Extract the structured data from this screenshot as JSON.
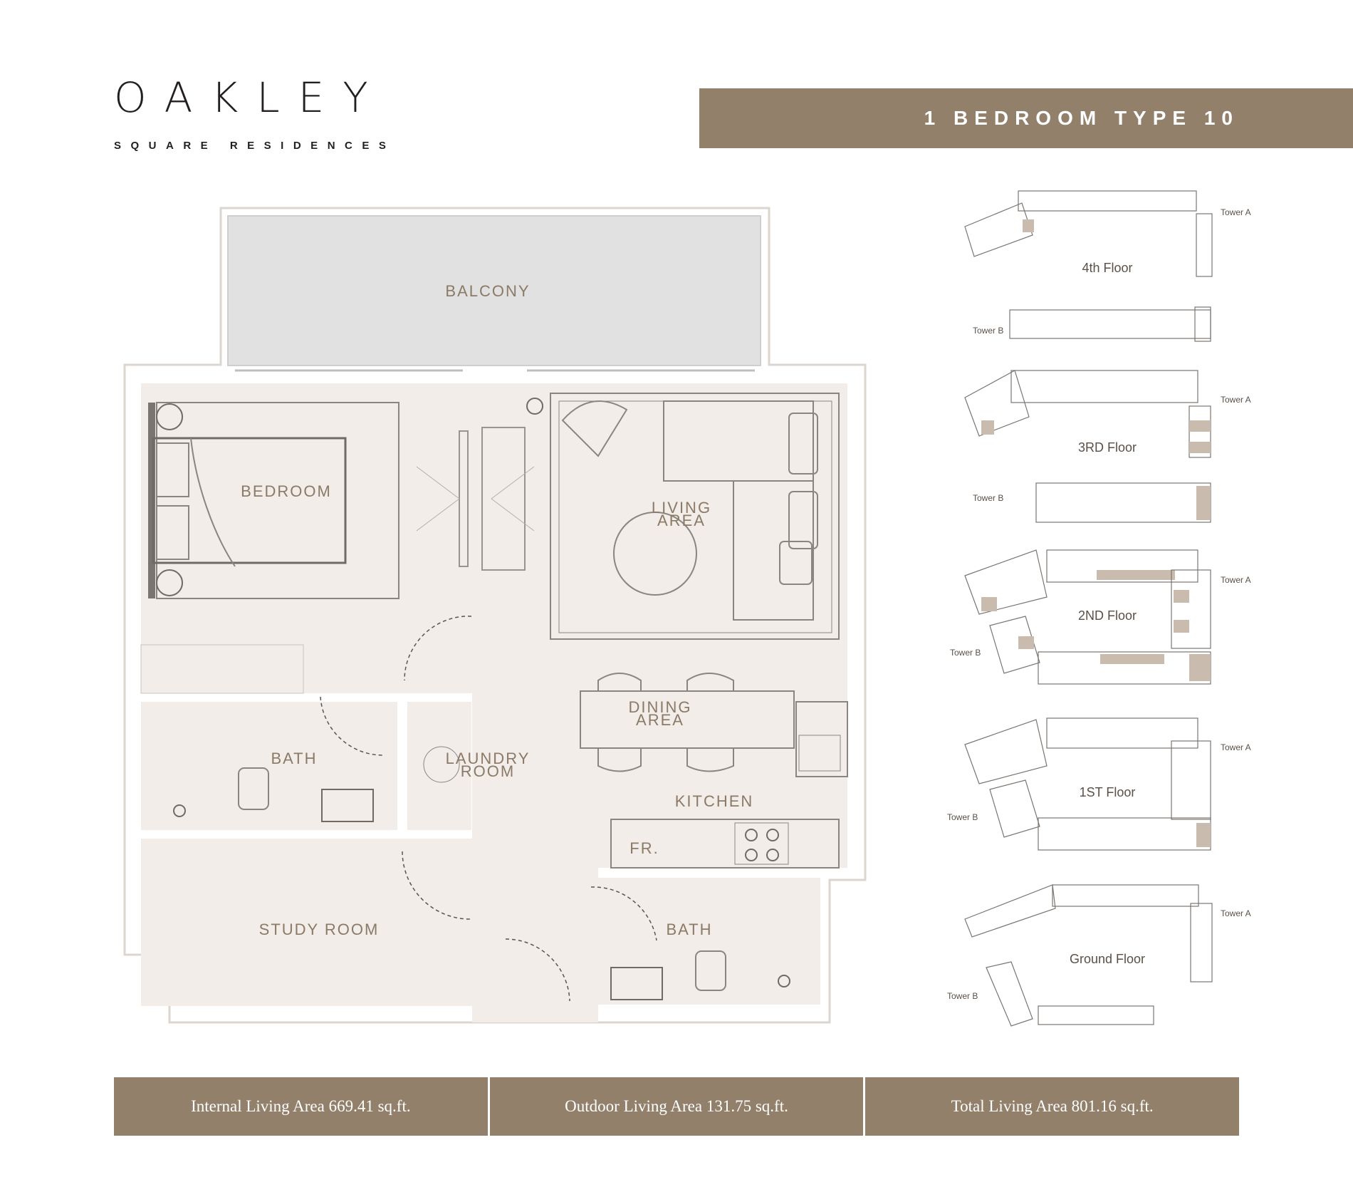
{
  "brand": {
    "name": "OAKLEY",
    "subtitle": "SQUARE RESIDENCES"
  },
  "unit_type": "1 BEDROOM TYPE 10",
  "rooms": {
    "balcony": "BALCONY",
    "bedroom": "BEDROOM",
    "living_1": "LIVING",
    "living_2": "AREA",
    "dining_1": "DINING",
    "dining_2": "AREA",
    "bath_left": "BATH",
    "laundry_1": "LAUNDRY",
    "laundry_2": "ROOM",
    "kitchen": "KITCHEN",
    "fridge": "FR.",
    "study": "STUDY ROOM",
    "bath_right": "BATH"
  },
  "key_plan": {
    "floor_4": "4th Floor",
    "floor_3": "3RD Floor",
    "floor_2": "2ND Floor",
    "floor_1": "1ST Floor",
    "ground": "Ground Floor",
    "tower_a": "Tower A",
    "tower_b": "Tower B"
  },
  "areas": {
    "internal": "Internal Living Area 669.41 sq.ft.",
    "outdoor": "Outdoor Living Area 131.75 sq.ft.",
    "total": "Total Living Area 801.16 sq.ft."
  },
  "colors": {
    "accent": "#93806b",
    "room_fill": "#f2ede9",
    "balcony_fill": "#e1e1e1",
    "highlight": "#c9bcae"
  }
}
